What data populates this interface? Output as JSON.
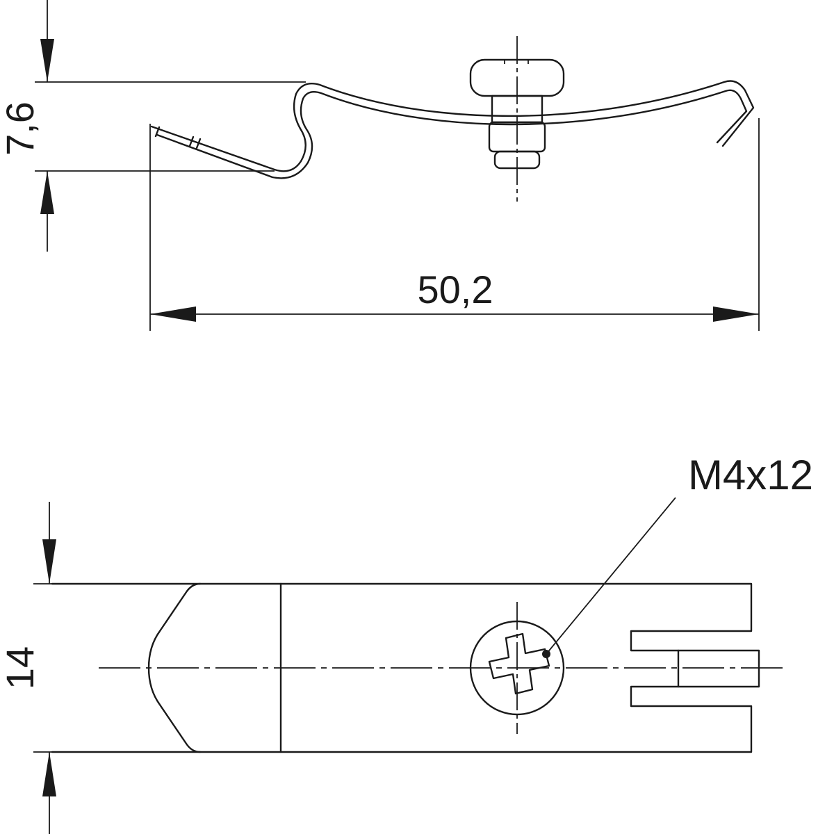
{
  "side_view": {
    "height_dimension": "7,6",
    "width_dimension": "50,2"
  },
  "top_view": {
    "width_dimension": "14",
    "screw_callout": "M4x12"
  },
  "colors": {
    "line": "#1a1a1a",
    "background": "#ffffff"
  }
}
